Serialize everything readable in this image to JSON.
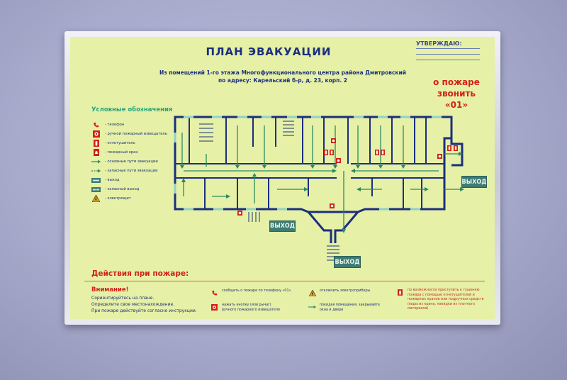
{
  "sheet": {
    "title": "ПЛАН ЭВАКУАЦИИ",
    "approve": "УТВЕРЖДАЮ:",
    "subtitle_line1": "Из помещений 1-го этажа  Многофункционального центра района Дмитровский",
    "subtitle_line2": "по адресу: Карельский б-р, д. 23, корп. 2",
    "fire_line1": "о пожаре",
    "fire_line2": "звонить",
    "fire_number": "«01»"
  },
  "legend": {
    "title": "Условные обозначения",
    "items": [
      {
        "icon": "phone-icon",
        "label": "- телефон"
      },
      {
        "icon": "fire-alarm-icon",
        "label": "- ручной пожарный извещатель"
      },
      {
        "icon": "extinguisher-icon",
        "label": "- огнетушитель"
      },
      {
        "icon": "fire-hydrant-icon",
        "label": "- пожарный кран"
      },
      {
        "icon": "main-route-arrow-icon",
        "label": "- основные пути эвакуации"
      },
      {
        "icon": "spare-route-arrow-icon",
        "label": "- запасные пути эвакуации"
      },
      {
        "icon": "exit-icon",
        "label": "- выход"
      },
      {
        "icon": "spare-exit-icon",
        "label": "- запасный выход"
      },
      {
        "icon": "electric-panel-icon",
        "label": "- электрощит"
      }
    ]
  },
  "map": {
    "exit_label": "ВЫХОД",
    "exits": [
      "ВЫХОД",
      "ВЫХОД",
      "ВЫХОД"
    ]
  },
  "actions": {
    "title": "Действия при пожаре:",
    "attention": "Внимание!",
    "attention_lines": [
      "Сориентируйтесь на плане.",
      "Определите свое местонахождение.",
      "При пожаре действуйте согласно инструкции."
    ],
    "items": [
      {
        "icon": "phone-icon",
        "text": "сообщить о пожаре по телефону «01»"
      },
      {
        "icon": "fire-alarm-icon",
        "text": "нажать кнопку (или рычаг) ручного пожарного извещателя"
      },
      {
        "icon": "electric-panel-icon",
        "text": "отключить электроприборы"
      },
      {
        "icon": "main-route-arrow-icon",
        "text": "покидая помещения, закрывайте окна и двери"
      },
      {
        "icon": "extinguisher-icon",
        "text": "по возможности приступить к тушению пожара с помощью огнетушителей и пожарных кранов или подручных средств (воды из крана, накидки из плотного материала)"
      }
    ]
  },
  "colors": {
    "sheet": "#e6f0a6",
    "wall": "#1b2f7e",
    "route": "#2b8a60",
    "exit": "#3d7b74",
    "alert": "#d22018"
  }
}
